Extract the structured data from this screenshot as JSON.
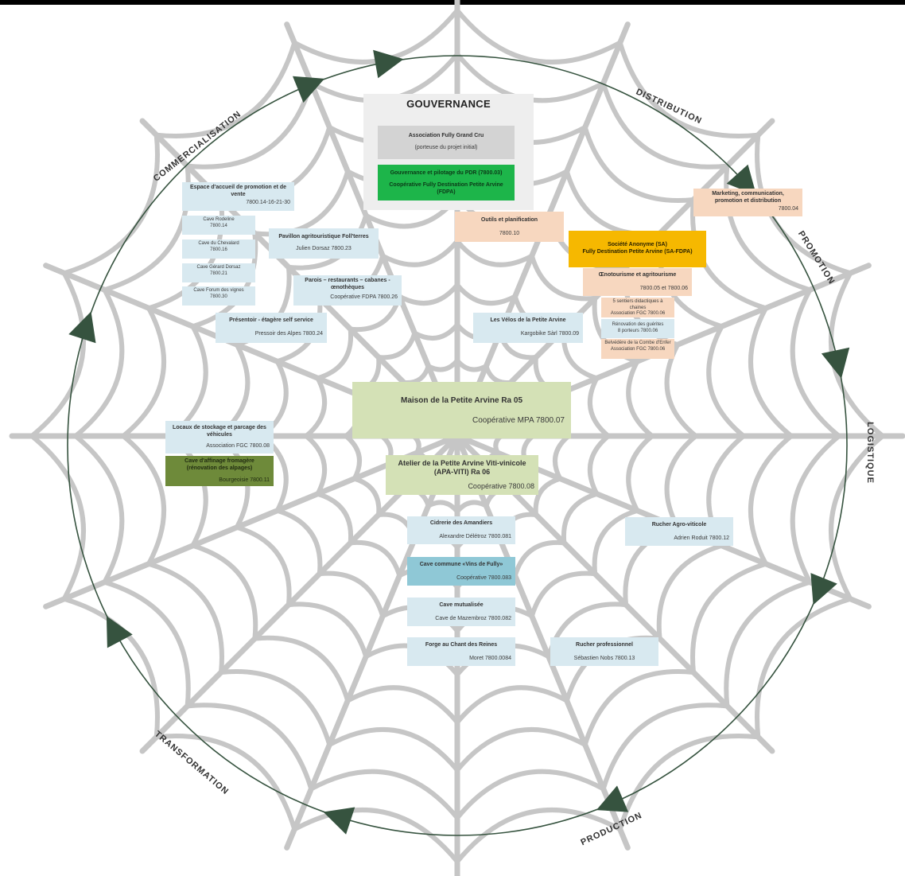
{
  "colors": {
    "web_lines": "#c6c6c6",
    "cycle": "#36533f",
    "light_blue": "#d8e9f0",
    "peach": "#f7d7bf",
    "light_green": "#d4e1b6",
    "dark_olive": "#6e8a3a",
    "teal": "#8fc8d6",
    "orange": "#f6b800",
    "grey": "#d3d3d3",
    "green": "#1db54a"
  },
  "cycle_labels": {
    "commercialisation": "COMMERCIALISATION",
    "distribution": "DISTRIBUTION",
    "promotion": "PROMOTION",
    "logistique": "LOGISTIQUE",
    "production": "PRODUCTION",
    "transformation": "TRANSFORMATION"
  },
  "gouvernance": {
    "title": "GOUVERNANCE",
    "association": {
      "title": "Association Fully Grand Cru",
      "sub": "(porteuse du projet initial)"
    },
    "pilotage": {
      "title": "Gouvernance et pilotage du PDR (7800.03)",
      "sub": "Coopérative Fully Destination Petite Arvine (FDPA)"
    }
  },
  "boxes": {
    "espace_accueil": {
      "title": "Espace d'accueil de promotion et de vente",
      "code": "7800.14-16-21-30"
    },
    "cave_rodeline": {
      "title": "Cave Rodeline",
      "code": "7800.14"
    },
    "cave_chevalard": {
      "title": "Cave du Chevalard",
      "code": "7800.16"
    },
    "cave_gerard": {
      "title": "Cave Gérard Dorsaz",
      "code": "7800.21"
    },
    "cave_forum": {
      "title": "Cave Forum des vignes",
      "code": "7800.30"
    },
    "pavillon": {
      "title": "Pavillon agritouristique Foll'terres",
      "code": "Julien Dorsaz 7800.23"
    },
    "parois": {
      "title": "Parois – restaurants – cabanes - œnothèques",
      "code": "Coopérative FDPA 7800.26"
    },
    "presentoir": {
      "title": "Présentoir - étagère self service",
      "code": "Pressoir des Alpes 7800.24"
    },
    "outils": {
      "title": "Outils et planification",
      "code": "7800.10"
    },
    "marketing": {
      "title": "Marketing, communication, promotion et distribution",
      "code": "7800.04"
    },
    "sa": {
      "title": "Société Anonyme (SA)",
      "sub": "Fully Destination Petite Arvine (SA-FDPA)"
    },
    "oenotourisme": {
      "title": "Œnotourisme et agritourisme",
      "code": "7800.05 et 7800.06"
    },
    "sentiers": {
      "title": "5 sentiers didactiques à chaines",
      "code": "Association FGC 7800.06"
    },
    "guerites": {
      "title": "Rénovation des guérites",
      "code": "8 porteurs 7800.06"
    },
    "belvedere": {
      "title": "Belvédère de la Combe d'Enfer",
      "code": "Association FGC 7800.06"
    },
    "velos": {
      "title": "Les Vélos de la Petite Arvine",
      "code": "Kargobike Sàrl 7800.09"
    },
    "maison": {
      "title": "Maison de la Petite Arvine Ra 05",
      "code": "Coopérative MPA 7800.07"
    },
    "locaux": {
      "title": "Locaux de stockage et parcage des véhicules",
      "code": "Association FGC 7800.08"
    },
    "affinage": {
      "title": "Cave d'affinage fromagère (rénovation des alpages)",
      "code": "Bourgeoisie 7800.11"
    },
    "atelier": {
      "title": "Atelier de la Petite Arvine Viti-vinicole (APA-VITI) Ra 06",
      "code": "Coopérative 7800.08"
    },
    "cidrerie": {
      "title": "Cidrerie des Amandiers",
      "code": "Alexandre Délétroz 7800.081"
    },
    "rucher_agro": {
      "title": "Rucher Agro-viticole",
      "code": "Adrien Roduit 7800.12"
    },
    "cave_commune": {
      "title": "Cave commune «Vins de Fully»",
      "code": "Coopérative 7800.083"
    },
    "cave_mutualisee": {
      "title": "Cave mutualisée",
      "code": "Cave de Mazembroz 7800.082"
    },
    "forge": {
      "title": "Forge au Chant des Reines",
      "code": "Moret 7800.0084"
    },
    "rucher_pro": {
      "title": "Rucher professionnel",
      "code": "Sébastien Nobs 7800.13"
    }
  }
}
